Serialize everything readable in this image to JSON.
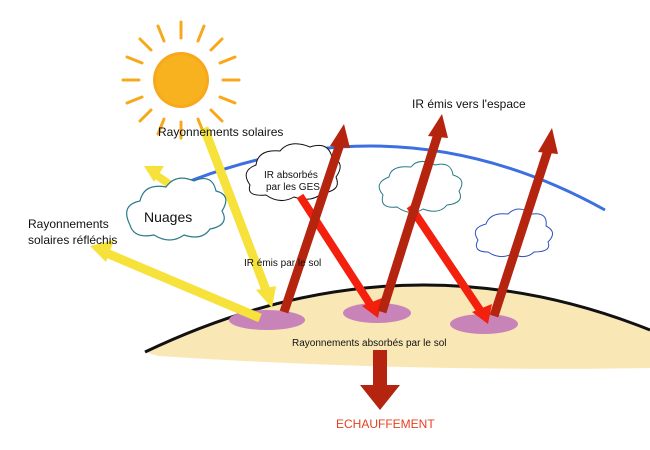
{
  "labels": {
    "solar_radiation": "Rayonnements solaires",
    "ir_to_space": "IR émis vers l'espace",
    "ir_absorbed_line1": "IR absorbés",
    "ir_absorbed_line2": "par les GES",
    "clouds": "Nuages",
    "reflected_line1": "Rayonnements",
    "reflected_line2": "solaires réfléchis",
    "ir_emitted_ground": "IR émis par le sol",
    "absorbed_by_ground": "Rayonnements absorbés par le sol",
    "heating": "ECHAUFFEMENT"
  },
  "colors": {
    "sun": "#f7a81b",
    "sun_rays": "#f7a81b",
    "solar_arrow": "#f6e23a",
    "ir_arrow_dark": "#b5240f",
    "ir_arrow_bright": "#f4200e",
    "atmosphere": "#3d6fe0",
    "ground": "#f9e8b6",
    "absorption_spot": "#c884b8",
    "cloud_outline": "#2a7a8a",
    "cloud_outline_blue": "#3050c0",
    "heating_text": "#e8401e"
  }
}
